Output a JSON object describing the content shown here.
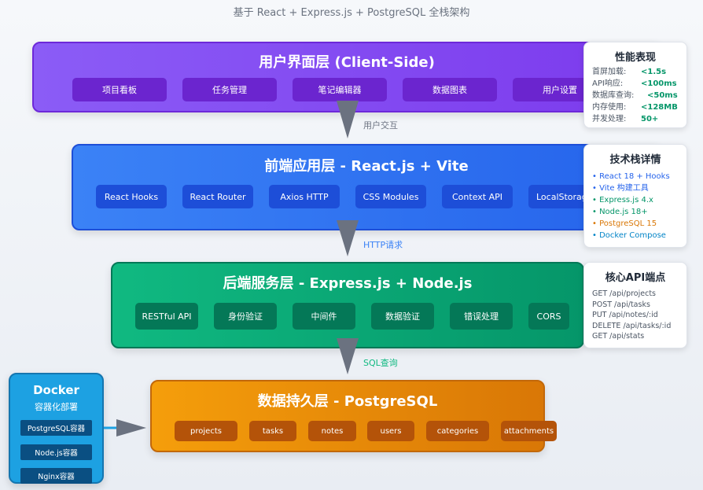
{
  "caption": "基于 React + Express.js + PostgreSQL 全栈架构",
  "layers": {
    "client": {
      "title": "用户界面层 (Client-Side)",
      "chips": [
        "项目看板",
        "任务管理",
        "笔记编辑器",
        "数据图表",
        "用户设置"
      ]
    },
    "frontend": {
      "title": "前端应用层 - React.js + Vite",
      "chips": [
        "React Hooks",
        "React Router",
        "Axios HTTP",
        "CSS Modules",
        "Context API",
        "LocalStorage"
      ]
    },
    "backend": {
      "title": "后端服务层 - Express.js + Node.js",
      "chips": [
        "RESTful API",
        "身份验证",
        "中间件",
        "数据验证",
        "错误处理",
        "CORS"
      ]
    },
    "persistence": {
      "title": "数据持久层 - PostgreSQL",
      "chips": [
        "projects",
        "tasks",
        "notes",
        "users",
        "categories",
        "attachments"
      ]
    }
  },
  "arrows": {
    "a1": {
      "label": "用户交互",
      "color": "#6b7280"
    },
    "a2": {
      "label": "HTTP请求",
      "color": "#3b82f6"
    },
    "a3": {
      "label": "SQL查询",
      "color": "#10b981"
    }
  },
  "docker": {
    "title": "Docker",
    "subtitle": "容器化部署",
    "chips": [
      "PostgreSQL容器",
      "Node.js容器",
      "Nginx容器"
    ]
  },
  "performance": {
    "title": "性能表现",
    "rows": [
      {
        "k": "首屏加载:",
        "v": "<1.5s"
      },
      {
        "k": "API响应:",
        "v": "<100ms"
      },
      {
        "k": "数据库查询:",
        "v": "<50ms"
      },
      {
        "k": "内存使用:",
        "v": "<128MB"
      },
      {
        "k": "并发处理:",
        "v": "50+"
      }
    ]
  },
  "tech_stack": {
    "title": "技术栈详情",
    "items": [
      {
        "text": "• React 18 + Hooks",
        "color": "#2563eb"
      },
      {
        "text": "• Vite 构建工具",
        "color": "#2563eb"
      },
      {
        "text": "• Express.js 4.x",
        "color": "#059669"
      },
      {
        "text": "• Node.js 18+",
        "color": "#059669"
      },
      {
        "text": "• PostgreSQL 15",
        "color": "#d97706"
      },
      {
        "text": "• Docker Compose",
        "color": "#0284c7"
      }
    ]
  },
  "api_endpoints": {
    "title": "核心API端点",
    "items": [
      "GET /api/projects",
      "POST /api/tasks",
      "PUT /api/notes/:id",
      "DELETE /api/tasks/:id",
      "GET /api/stats"
    ]
  }
}
